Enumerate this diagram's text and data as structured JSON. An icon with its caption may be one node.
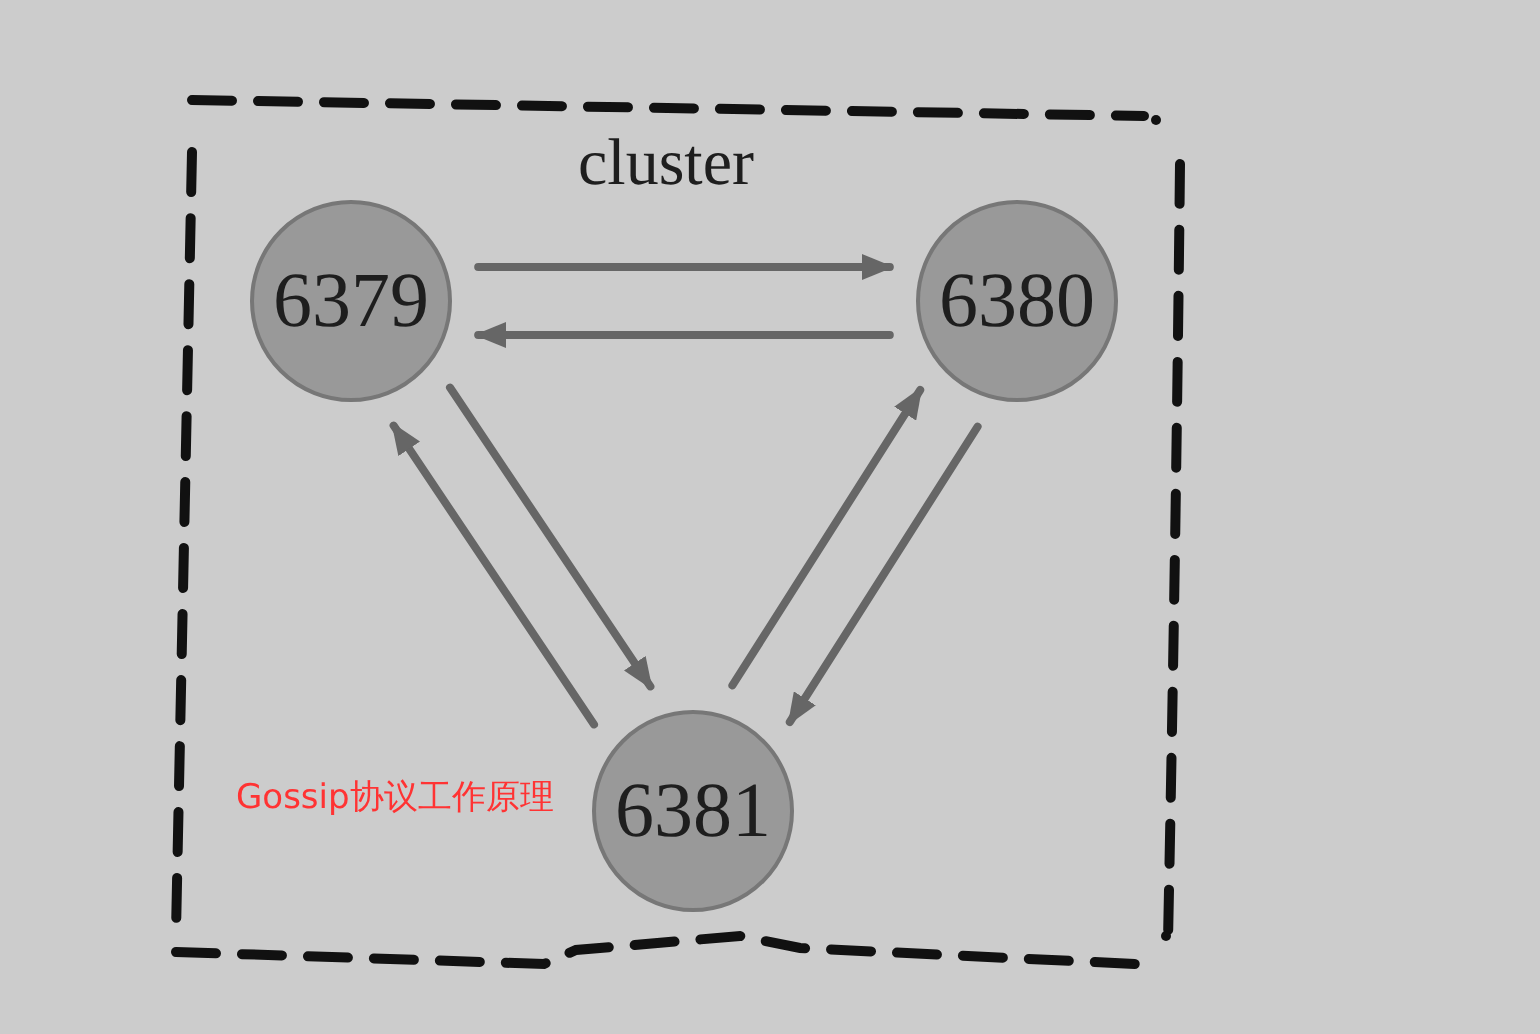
{
  "diagram": {
    "nodes": [
      {
        "text": [
          "cluster"
        ]
      },
      {
        "text": [
          "6379"
        ],
        "in": 0
      },
      {
        "text": [
          "6380"
        ],
        "in": 0
      },
      {
        "text": [
          "6381"
        ],
        "in": 0
      }
    ],
    "edges": [
      {
        "from": 1,
        "to": 2,
        "arrow": "to"
      },
      {
        "from": 2,
        "to": 1,
        "arrow": "to"
      },
      {
        "from": 1,
        "to": 3,
        "arrow": "to"
      },
      {
        "from": 3,
        "to": 1,
        "arrow": "to"
      },
      {
        "from": 3,
        "to": 2,
        "arrow": "to"
      },
      {
        "from": 2,
        "to": 3,
        "arrow": "to"
      }
    ],
    "labels": [
      "Gossip协议工作原理"
    ]
  }
}
